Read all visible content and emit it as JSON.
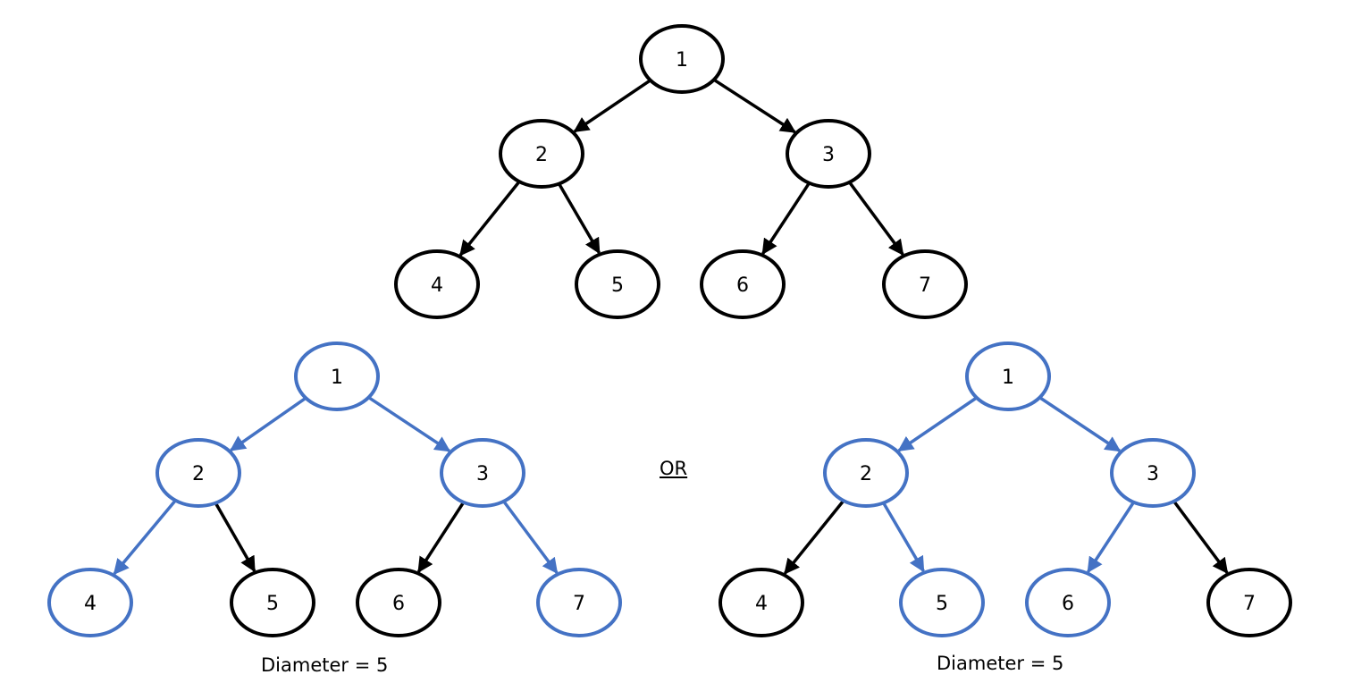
{
  "colors": {
    "default": "#000000",
    "highlight": "#4472C4",
    "background": "#ffffff"
  },
  "trees": [
    {
      "id": "original",
      "nodes": [
        {
          "label": "1",
          "highlight": false
        },
        {
          "label": "2",
          "highlight": false
        },
        {
          "label": "3",
          "highlight": false
        },
        {
          "label": "4",
          "highlight": false
        },
        {
          "label": "5",
          "highlight": false
        },
        {
          "label": "6",
          "highlight": false
        },
        {
          "label": "7",
          "highlight": false
        }
      ],
      "edges": [
        {
          "from": "1",
          "to": "2",
          "highlight": false
        },
        {
          "from": "1",
          "to": "3",
          "highlight": false
        },
        {
          "from": "2",
          "to": "4",
          "highlight": false
        },
        {
          "from": "2",
          "to": "5",
          "highlight": false
        },
        {
          "from": "3",
          "to": "6",
          "highlight": false
        },
        {
          "from": "3",
          "to": "7",
          "highlight": false
        }
      ]
    },
    {
      "id": "path-4-to-7",
      "nodes": [
        {
          "label": "1",
          "highlight": true
        },
        {
          "label": "2",
          "highlight": true
        },
        {
          "label": "3",
          "highlight": true
        },
        {
          "label": "4",
          "highlight": true
        },
        {
          "label": "5",
          "highlight": false
        },
        {
          "label": "6",
          "highlight": false
        },
        {
          "label": "7",
          "highlight": true
        }
      ],
      "edges": [
        {
          "from": "1",
          "to": "2",
          "highlight": true
        },
        {
          "from": "1",
          "to": "3",
          "highlight": true
        },
        {
          "from": "2",
          "to": "4",
          "highlight": true
        },
        {
          "from": "2",
          "to": "5",
          "highlight": false
        },
        {
          "from": "3",
          "to": "6",
          "highlight": false
        },
        {
          "from": "3",
          "to": "7",
          "highlight": true
        }
      ]
    },
    {
      "id": "path-5-to-6",
      "nodes": [
        {
          "label": "1",
          "highlight": true
        },
        {
          "label": "2",
          "highlight": true
        },
        {
          "label": "3",
          "highlight": true
        },
        {
          "label": "4",
          "highlight": false
        },
        {
          "label": "5",
          "highlight": true
        },
        {
          "label": "6",
          "highlight": true
        },
        {
          "label": "7",
          "highlight": false
        }
      ],
      "edges": [
        {
          "from": "1",
          "to": "2",
          "highlight": true
        },
        {
          "from": "1",
          "to": "3",
          "highlight": true
        },
        {
          "from": "2",
          "to": "4",
          "highlight": false
        },
        {
          "from": "2",
          "to": "5",
          "highlight": true
        },
        {
          "from": "3",
          "to": "6",
          "highlight": true
        },
        {
          "from": "3",
          "to": "7",
          "highlight": false
        }
      ]
    }
  ],
  "captions": {
    "left": "Diameter = 5",
    "right": "Diameter = 5",
    "or": "OR"
  }
}
